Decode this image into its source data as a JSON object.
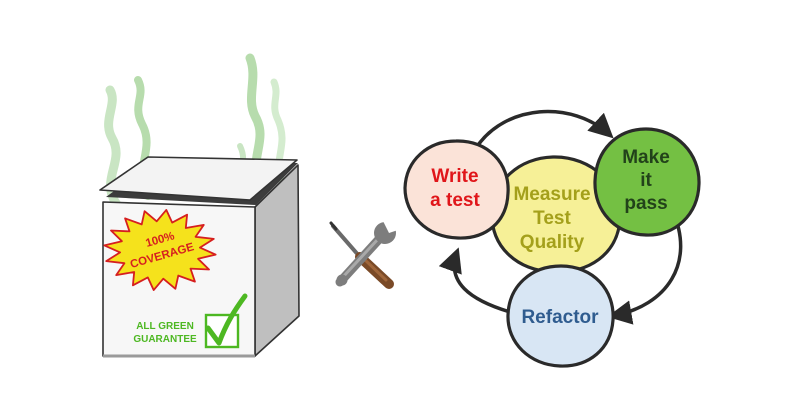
{
  "box": {
    "burst_line1": "100%",
    "burst_line2": "COVERAGE",
    "guarantee_line1": "ALL GREEN",
    "guarantee_line2": "GUARANTEE",
    "checkmark_icon": "checkmark-icon",
    "colors": {
      "burst_fill": "#f5e21c",
      "burst_stroke": "#d61f1f",
      "burst_text": "#d61f1f",
      "guarantee_text": "#4db822",
      "checkmark": "#4db822",
      "steam": "#8fc97f"
    }
  },
  "tools_icon": "wrench-screwdriver-icon",
  "cycle": {
    "write": {
      "line1": "Write",
      "line2": "a test",
      "fill": "#fbe3d8",
      "text_color": "#e0161a"
    },
    "make": {
      "line1": "Make",
      "line2": "it",
      "line3": "pass",
      "fill": "#74c043",
      "text_color": "#22421a"
    },
    "refactor": {
      "label": "Refactor",
      "fill": "#d8e6f4",
      "text_color": "#2f5c8f"
    },
    "measure": {
      "line1": "Measure",
      "line2": "Test",
      "line3": "Quality",
      "fill": "#f6f097",
      "text_color": "#a4a01b"
    },
    "arrow_icon": "cycle-arrow-icon"
  }
}
